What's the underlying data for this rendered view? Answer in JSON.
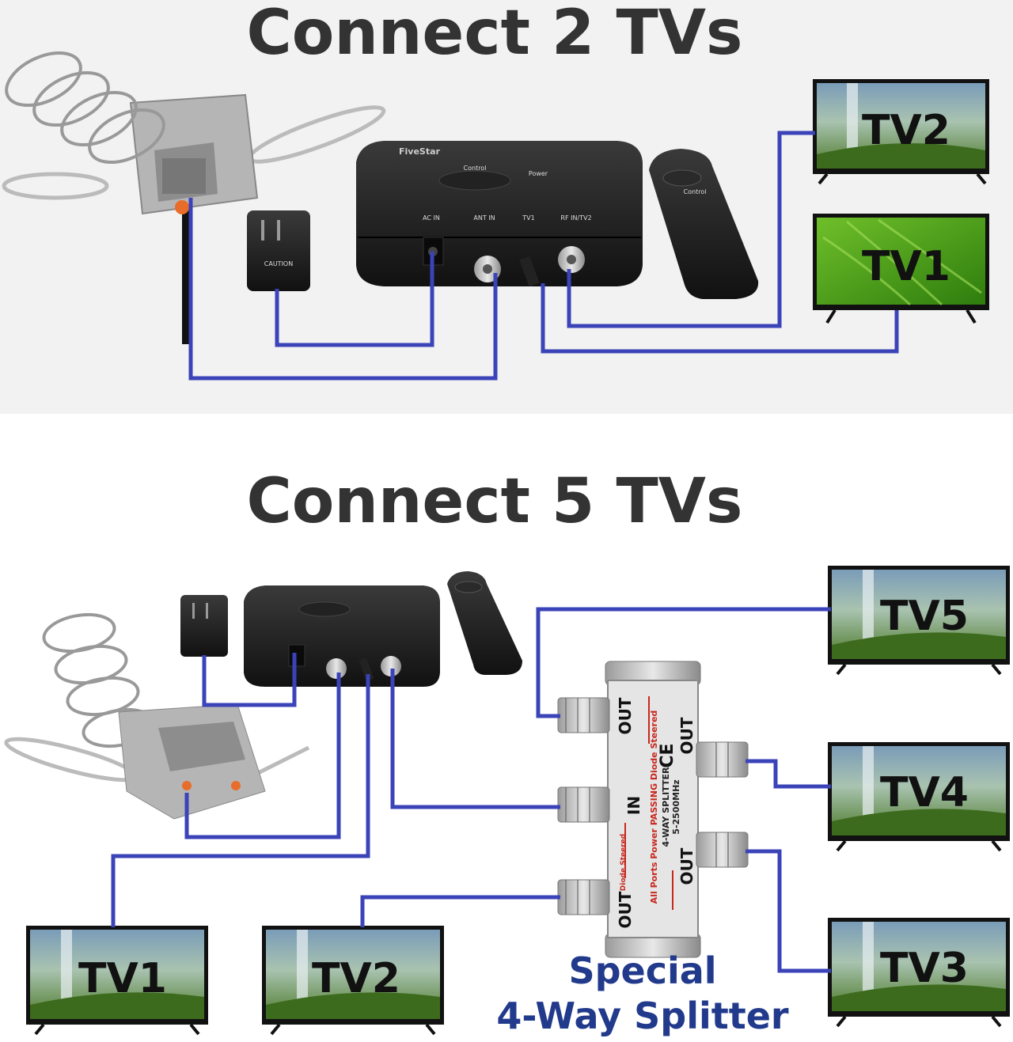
{
  "section1": {
    "title": "Connect 2 TVs",
    "tvs": [
      "TV2",
      "TV1"
    ]
  },
  "section2": {
    "title": "Connect 5 TVs",
    "tvs": [
      "TV5",
      "TV4",
      "TV3",
      "TV1",
      "TV2"
    ],
    "splitter_caption_line1": "Special",
    "splitter_caption_line2": "4-Way Splitter"
  },
  "control_box": {
    "brand": "FiveStar",
    "button_label": "Control",
    "power_label": "Power",
    "ports": [
      "AC IN",
      "ANT IN",
      "TV1",
      "RF IN/TV2"
    ]
  },
  "remote": {
    "label": "Control"
  },
  "adapter": {
    "label": "CAUTION"
  },
  "splitter": {
    "ports": [
      "OUT",
      "OUT",
      "IN",
      "OUT",
      "OUT"
    ],
    "text_lines": [
      "All Ports Power PASSING Diode Steered",
      "4-WAY SPLITTER",
      "5-2500MHz",
      "Diode Steered"
    ],
    "ce_mark": "CE"
  },
  "colors": {
    "wire": "#3b43b8",
    "title": "#333333",
    "caption": "#223a8c",
    "top_background": "#f2f2f2"
  }
}
